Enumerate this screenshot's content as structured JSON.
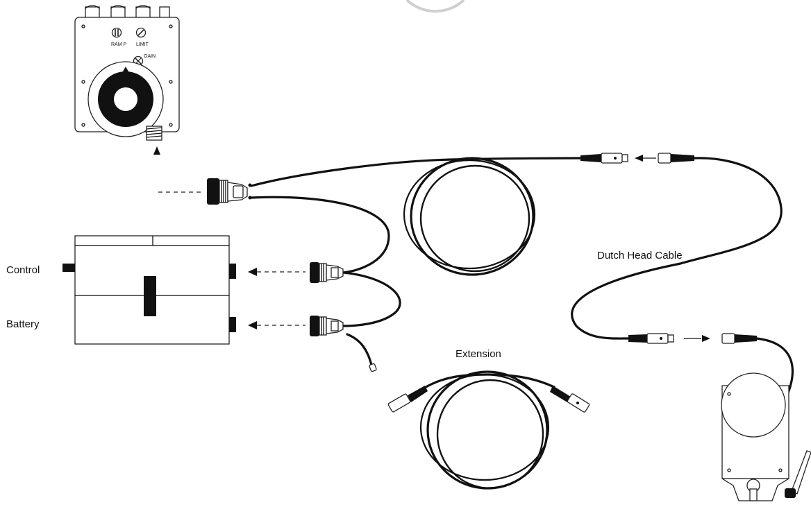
{
  "labels": {
    "control": "Control",
    "battery": "Battery",
    "dutch_head_cable": "Dutch Head Cable",
    "extension": "Extension"
  },
  "control_box": {
    "ramp": "RAM P",
    "limit": "LIMIT",
    "gain": "GAIN"
  }
}
